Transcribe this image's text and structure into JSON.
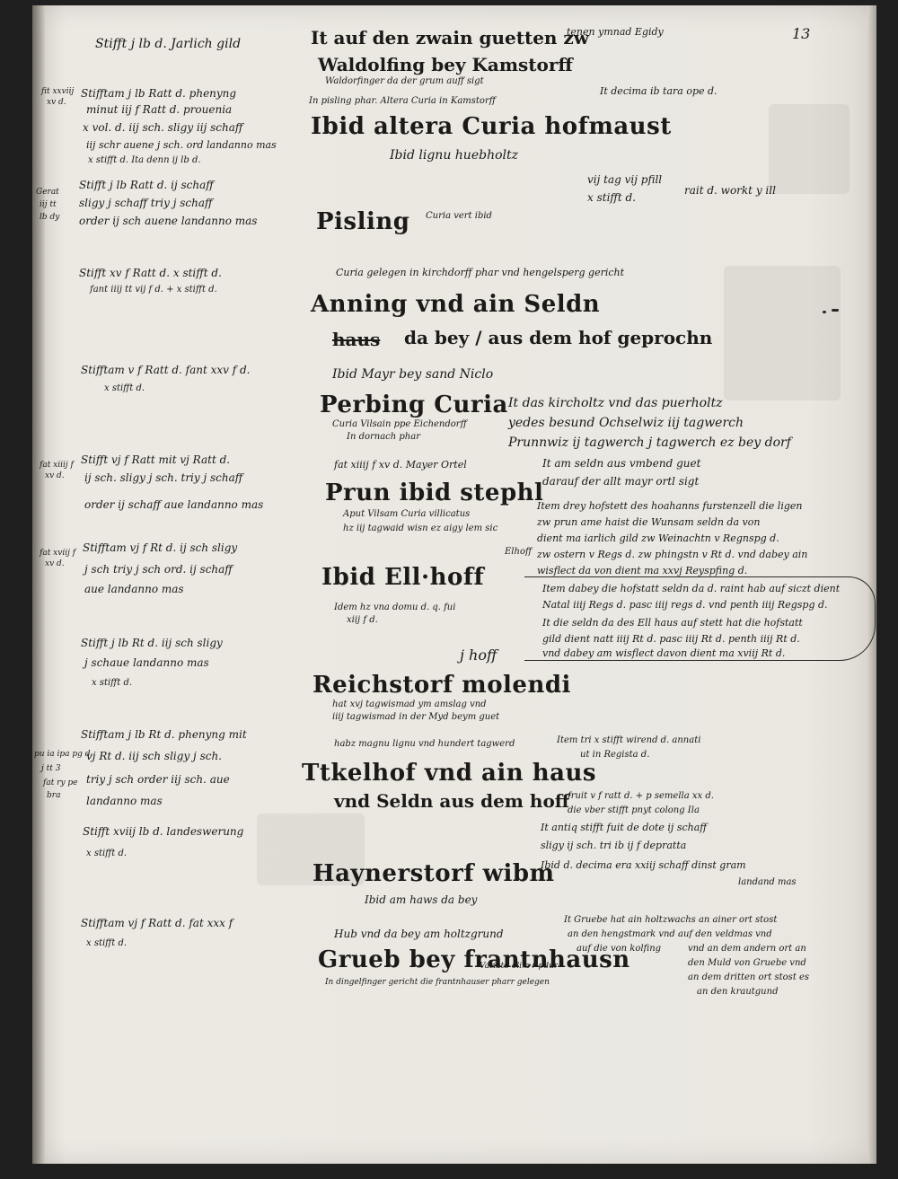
{
  "page_number": "13",
  "top_line": {
    "left": "Stifft j lb d. Jarlich gild",
    "head": "It auf den zwain guetten zw",
    "head2": "Waldolfing bey Kamstorff",
    "sub": "Waldorfinger   da der grum auff sigt",
    "right": "tenen ymnad Egidy"
  },
  "entries": [
    {
      "margin": [
        "fit xxviij",
        "xv d."
      ],
      "left": [
        "Stifftam j lb Ratt d. phenyng",
        "minut iij f Ratt d. prouenia",
        "x vol. d. iij sch. sligy iij schaff",
        "iij schr auene j sch. ord landanno mas",
        "x stifft d.   Ita denn ij lb d."
      ],
      "sub_top": "In pisling phar.  Altera Curia in Kamstorff",
      "head": "Ibid altera Curia hofmaust",
      "sub": "Ibid lignu huebholtz",
      "right": [
        "It decima ib tara ope d."
      ]
    },
    {
      "margin": [
        "Gerat",
        "iij tt",
        "lb dy"
      ],
      "left": [
        "Stifft j lb Ratt d. ij schaff",
        "sligy j schaff triy j schaff",
        "order ij sch auene landanno mas"
      ],
      "head": "Pisling",
      "head_note": "Curia vert ibid",
      "right": [
        "vij tag vij pfill",
        "x stifft d.",
        "rait d. workt y ill"
      ]
    },
    {
      "left": [
        "Stifft xv f Ratt d. x stifft d.",
        "fant iiij tt vij f  d. + x stifft d."
      ],
      "sub_top": "Curia  gelegen in kirchdorff phar vnd hengelsperg gericht",
      "head": "Anning vnd ain Seldn",
      "head2_strike": "haus",
      "head2": "da bey / aus dem hof geprochn"
    },
    {
      "left": [
        "Stifftam v f Ratt d.  fant xxv f d.",
        "x stifft d."
      ],
      "sub_top": "Ibid Mayr bey sand Niclo",
      "head": "Perbing Curia",
      "sub": [
        "Curia Vilsain ppe Eichendorff",
        "In dornach phar"
      ],
      "right": [
        "It das kircholtz vnd das puerholtz",
        "yedes besund  Ochselwiz iij tagwerch",
        "Prunnwiz ij tagwerch j tagwerch ez bey dorf"
      ]
    },
    {
      "margin": [
        "fat xiiij f",
        "xv d."
      ],
      "left": [
        "Stifft vj f Ratt mit vj Ratt d.",
        "ij sch. sligy j sch. triy j schaff",
        "order ij schaff aue landanno mas"
      ],
      "sub_top": "fat xiiij f xv d.        Mayer Ortel",
      "head": "Prun ibid stephl",
      "sub": [
        "Aput Vilsam Curia villicatus",
        "hz iij tagwaid wisn ez aigy lem sic"
      ],
      "right": [
        "It am seldn aus vmbend guet",
        "darauf der allt mayr ortl sigt",
        "Item drey hofstett des hoahanns furstenzell die ligen",
        "zw prun ame haist die Wunsam seldn da von",
        "dient ma iarlich gild zw Weinachtn v Regnspg d.",
        "zw ostern v Regs d. zw phingstn v Rt d. vnd dabey ain",
        "wisflect da von dient ma xxvj Reyspfing d."
      ]
    },
    {
      "margin": [
        "fat xviij f",
        "xv d."
      ],
      "left": [
        "Stifftam vj f Rt d. ij sch sligy",
        "j sch triy j sch ord. ij schaff",
        "aue landanno mas"
      ],
      "sub_top": "Elhoff",
      "head": "Ibid Ell·hoff",
      "sub": [
        "Idem hz vna domu d. q. fui",
        "xiij f d."
      ],
      "right": [
        "Item dabey die hofstatt seldn da d. raint hab auf siczt dient",
        "Natal iiij Regs d. pasc iiij regs d. vnd penth iiij Regspg d.",
        "It die seldn da des Ell haus auf stett hat die hofstatt",
        "gild dient natt iiij Rt d. pasc iiij Rt d. penth iiij Rt d.",
        "vnd dabey am wisflect davon dient ma xviij Rt d."
      ]
    },
    {
      "left": [
        "Stifft j lb Rt d. iij sch sligy",
        "j schaue landanno mas",
        "x stifft d."
      ],
      "sub_top": "j hoff",
      "head": "Reichstorf molendi",
      "sub": [
        "hat xvj tagwismad ym amslag vnd",
        "iiij tagwismad in der Myd beym guet"
      ]
    },
    {
      "margin": [
        "pu ia ipa pg d.",
        "j tt 3",
        "fat ry pe",
        "bra"
      ],
      "left": [
        "Stifftam j lb Rt d. phenyng mit",
        "vj Rt d. iij sch sligy j sch.",
        "triy j sch order iij sch. aue",
        "landanno mas"
      ],
      "sub_top": "habz magnu lignu vnd hundert tagwerd",
      "head": "Ttkelhof vnd ain haus",
      "head2": "vnd Seldn aus dem hoff",
      "right": [
        "Item tri x stifft wirend d. annati",
        "ut in Regista d.",
        "fruit v f ratt d. + p semella xx d.",
        "die vber stifft pnyt colong Ila"
      ]
    },
    {
      "left": [
        "Stifft xviij lb d. landeswerung",
        "x stifft d."
      ],
      "head": "Haynerstorf wibm",
      "sub": [
        "Ibid am haws da bey"
      ],
      "right": [
        "It antiq stifft fuit de dote ij schaff",
        "sligy ij sch. tri ib ij f depratta",
        "Ibid d. decima era xxiij schaff dinst gram",
        "landand mas"
      ]
    },
    {
      "left": [
        "Stifftam vj f Ratt d.  fat xxx f",
        "x stifft d."
      ],
      "sub_top": "Hub vnd da bey am holtzgrund",
      "head": "Gruеb bey frantnhausn",
      "sub": [
        "In dingelfinger gericht   die frantnhauser pharr gelegen",
        "Variatd olim r pdur"
      ],
      "right": [
        "It Gruebe hat ain holtzwachs an ainer ort stost",
        "an den hengstmark vnd auf den veldmas vnd",
        "auf die von kolfing",
        "vnd an dem andern ort an",
        "den Muld von Gruebe vnd",
        "an dem dritten ort stost es",
        "an den krautgund"
      ]
    }
  ]
}
